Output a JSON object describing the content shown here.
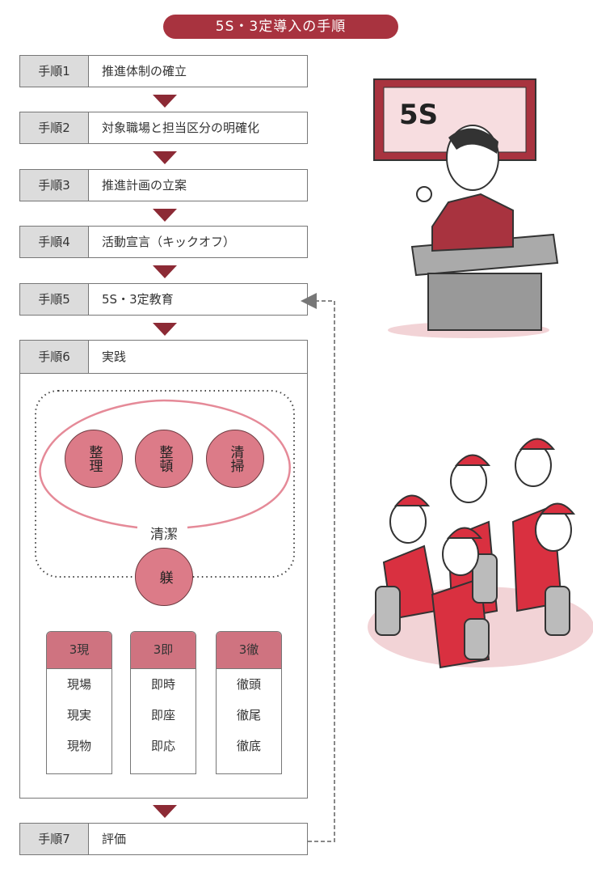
{
  "title": "5S・3定導入の手順",
  "steps": [
    {
      "label": "手順1",
      "text": "推進体制の確立"
    },
    {
      "label": "手順2",
      "text": "対象職場と担当区分の明確化"
    },
    {
      "label": "手順3",
      "text": "推進計画の立案"
    },
    {
      "label": "手順4",
      "text": "活動宣言（キックオフ）"
    },
    {
      "label": "手順5",
      "text": "5S・3定教育"
    },
    {
      "label": "手順6",
      "text": "実践"
    },
    {
      "label": "手順7",
      "text": "評価"
    }
  ],
  "five_s": {
    "circles": [
      "整理",
      "整頓",
      "清掃"
    ],
    "cleanliness": "清潔",
    "discipline": "躾"
  },
  "tables": [
    {
      "header": "3現",
      "items": [
        "現場",
        "現実",
        "現物"
      ]
    },
    {
      "header": "3即",
      "items": [
        "即時",
        "即座",
        "即応"
      ]
    },
    {
      "header": "3徹",
      "items": [
        "徹頭",
        "徹尾",
        "徹底"
      ]
    }
  ],
  "illustration": {
    "sign_text": "5S"
  },
  "colors": {
    "accent": "#a8333f",
    "arrow": "#8c2a35",
    "circle": "#dc7b88",
    "ellipse": "#e58a98"
  }
}
